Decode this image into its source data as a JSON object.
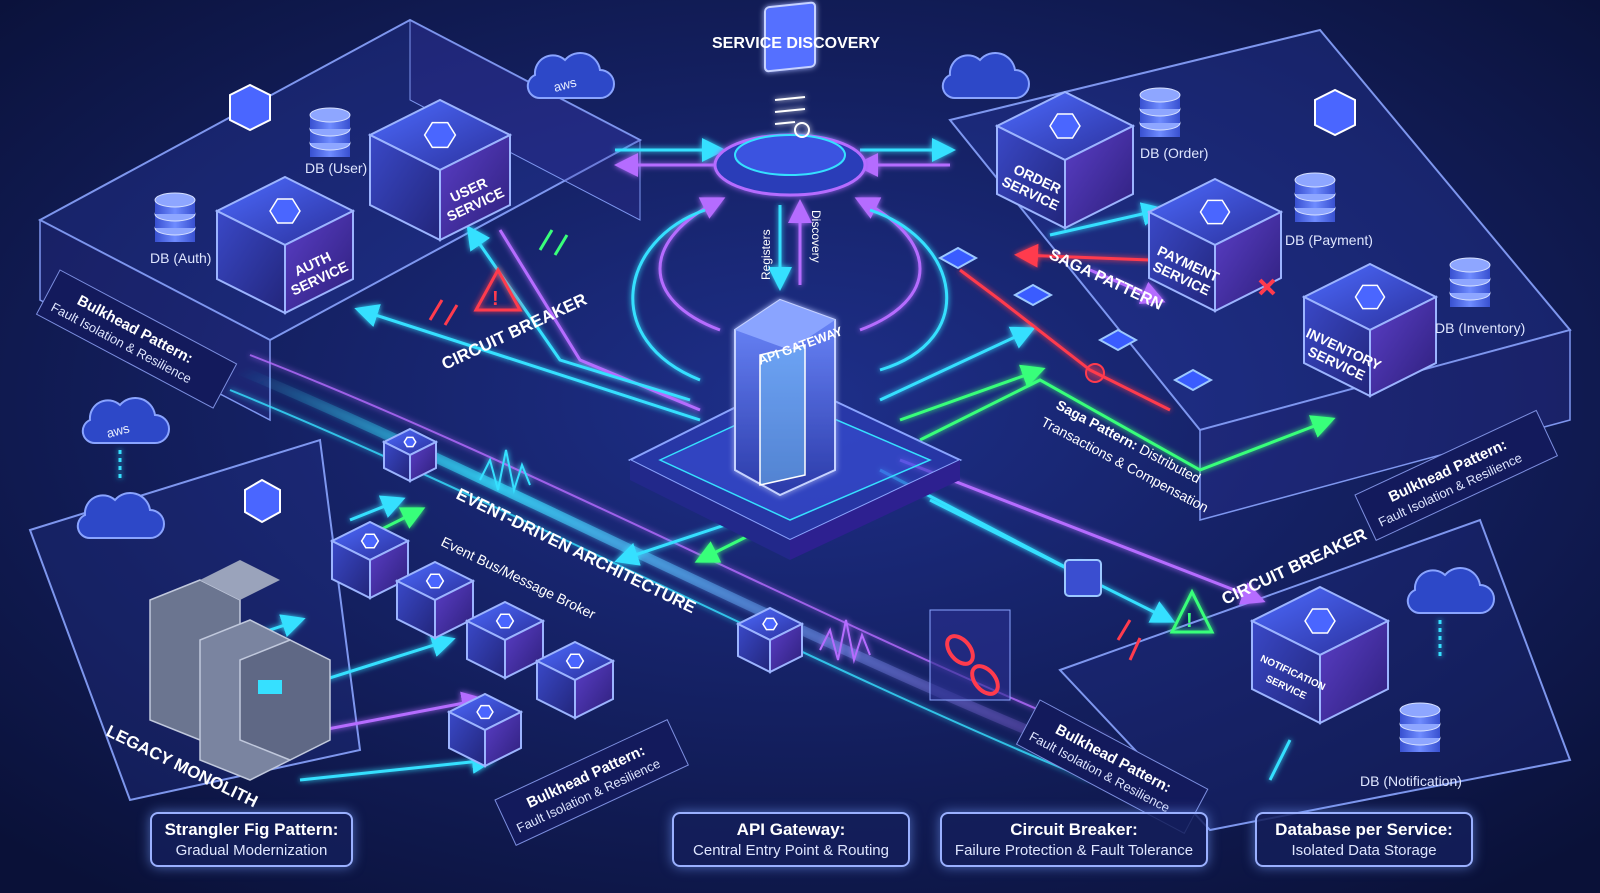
{
  "top": {
    "service_discovery": "SERVICE DISCOVERY",
    "registers": "Registers",
    "discovery": "Discovery"
  },
  "gateway": {
    "label": "API GATEWAY"
  },
  "services": {
    "user": "USER\nSERVICE",
    "auth": "AUTH\nSERVICE",
    "order": "ORDER\nSERVICE",
    "payment": "PAYMENT\nSERVICE",
    "inventory": "INVENTORY\nSERVICE",
    "notification": "NOTIFICATION\nSERVICE"
  },
  "databases": {
    "user": "DB (User)",
    "auth": "DB (Auth)",
    "order": "DB (Order)",
    "payment": "DB (Payment)",
    "inventory": "DB (Inventory)",
    "notification": "DB (Notification)"
  },
  "clouds": {
    "aws": "aws"
  },
  "patterns": {
    "circuit_breaker_left": "CIRCUIT BREAKER",
    "circuit_breaker_right": "CIRCUIT BREAKER",
    "saga": "SAGA PATTERN",
    "saga_note_title": "Saga Pattern:",
    "saga_note_1": "Distributed",
    "saga_note_2": "Transactions & Compensation",
    "event_driven": "EVENT-DRIVEN ARCHITECTURE",
    "event_bus": "Event Bus/Message Broker",
    "legacy": "LEGACY MONOLITH"
  },
  "bulkheads": {
    "title": "Bulkhead Pattern:",
    "sub": "Fault Isolation & Resilience"
  },
  "legend": [
    {
      "title": "Strangler Fig Pattern:",
      "sub": "Gradual Modernization"
    },
    {
      "title": "API Gateway:",
      "sub": "Central Entry Point & Routing"
    },
    {
      "title": "Circuit Breaker:",
      "sub": "Failure Protection & Fault Tolerance"
    },
    {
      "title": "Database per Service:",
      "sub": "Isolated Data Storage"
    }
  ],
  "colors": {
    "bg": "#0b1340",
    "cyan": "#36e0ff",
    "purple": "#b56cff",
    "green": "#39ff7a",
    "red": "#ff3b4d",
    "panel": "#3a4fb8"
  }
}
